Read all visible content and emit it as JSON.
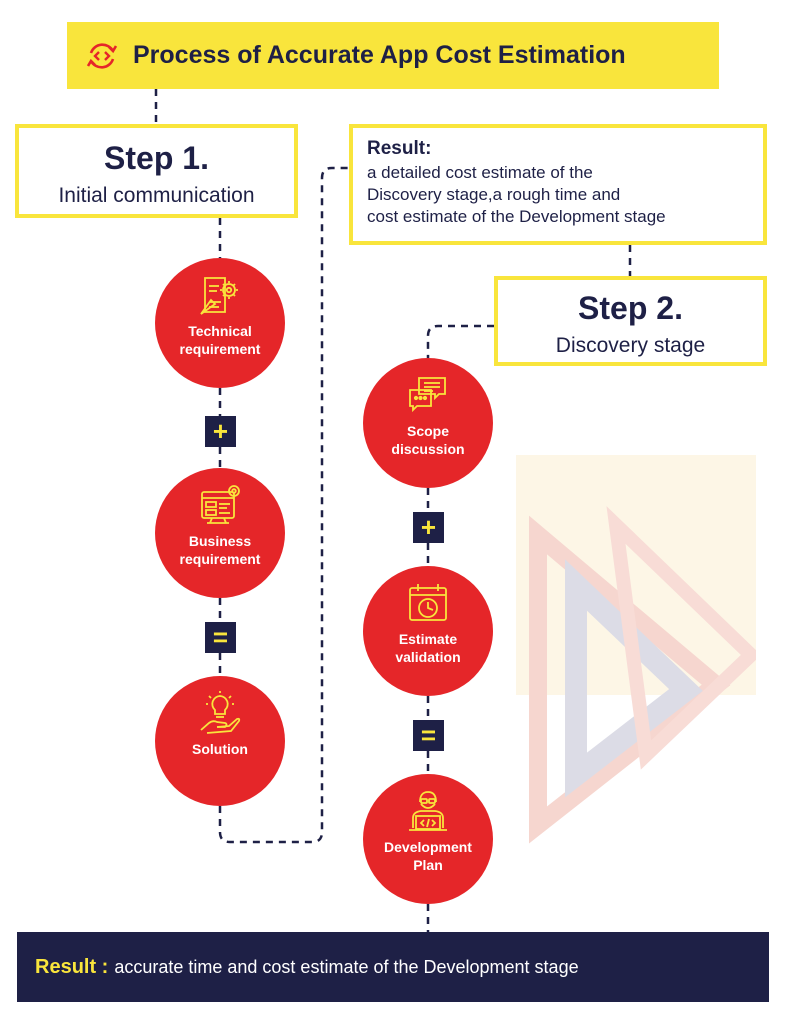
{
  "title": {
    "text": "Process of Accurate App Cost Estimation",
    "icon": "refresh-code-icon"
  },
  "step1": {
    "label": "Step 1.",
    "subtitle": "Initial communication",
    "items": [
      {
        "line1": "Technical",
        "line2": "requirement",
        "icon": "document-gear-icon"
      },
      {
        "line1": "Business",
        "line2": "requirement",
        "icon": "dashboard-gear-icon"
      },
      {
        "line1": "Solution",
        "line2": "",
        "icon": "lightbulb-hand-icon"
      }
    ],
    "operators": [
      "+",
      "="
    ]
  },
  "result1": {
    "heading": "Result:",
    "lines": [
      "a detailed cost estimate of the",
      "Discovery stage,a rough time and",
      "cost estimate of the Development stage"
    ]
  },
  "step2": {
    "label": "Step 2.",
    "subtitle": "Discovery stage",
    "items": [
      {
        "line1": "Scope",
        "line2": "discussion",
        "icon": "chat-bubbles-icon"
      },
      {
        "line1": "Estimate",
        "line2": "validation",
        "icon": "calendar-clock-icon"
      },
      {
        "line1": "Development",
        "line2": "Plan",
        "icon": "developer-laptop-icon"
      }
    ],
    "operators": [
      "+",
      "="
    ]
  },
  "footer": {
    "key": "Result :",
    "text": "accurate time and cost estimate of the Development stage"
  },
  "colors": {
    "accent_yellow": "#f9e53c",
    "navy": "#1e2046",
    "red": "#e52629",
    "white": "#ffffff"
  }
}
